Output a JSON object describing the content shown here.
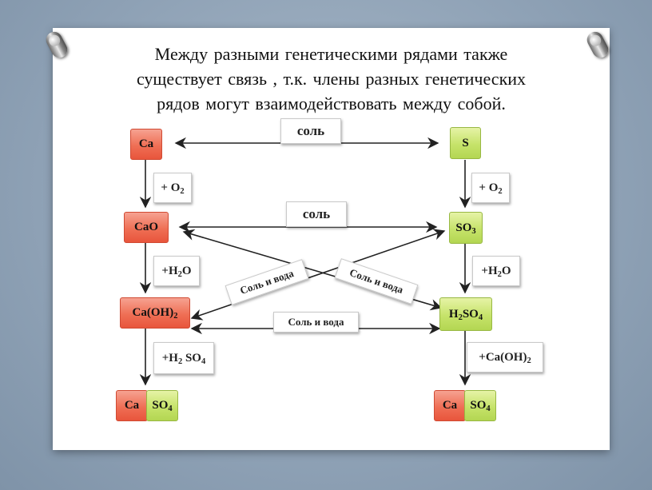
{
  "heading": {
    "line1": "Между разными генетическими рядами также",
    "line2": "существует связь , т.к. члены разных генетических",
    "line3": "рядов могут взаимодействовать между собой."
  },
  "left_chain": {
    "ca": "Ca",
    "cao": "CaO",
    "caoh2": {
      "base": "Ca(OH)",
      "sub": "2"
    },
    "salt_ca": "Ca",
    "salt_so4": {
      "base": "SO",
      "sub": "4"
    }
  },
  "right_chain": {
    "s": "S",
    "so3": {
      "base": "SO",
      "sub": "3"
    },
    "h2so4": {
      "a": "H",
      "a_sub": "2",
      "b": "SO",
      "b_sub": "4"
    },
    "salt_ca": "Ca",
    "salt_so4": {
      "base": "SO",
      "sub": "4"
    }
  },
  "reagents": {
    "left_o2": {
      "base": "+ O",
      "sub": "2"
    },
    "left_h2o": {
      "a": "+H",
      "a_sub": "2",
      "b": "O"
    },
    "left_h2so4": {
      "a": "+H",
      "a_sub": "2",
      "b": " SO",
      "b_sub": "4"
    },
    "right_o2": {
      "base": "+ O",
      "sub": "2"
    },
    "right_h2o": {
      "a": "+H",
      "a_sub": "2",
      "b": "O"
    },
    "right_caoh2": {
      "base": "+Ca(OH)",
      "sub": "2"
    }
  },
  "links": {
    "salt_top": "соль",
    "salt_mid": "соль",
    "salt_water_left": "Соль и вода",
    "salt_water_right": "Соль и вода",
    "salt_water_bottom": "Соль и вода"
  },
  "colors": {
    "metal_box": "#ef6f55",
    "nonmetal_box": "#c6e36a",
    "arrow": "#222222"
  }
}
